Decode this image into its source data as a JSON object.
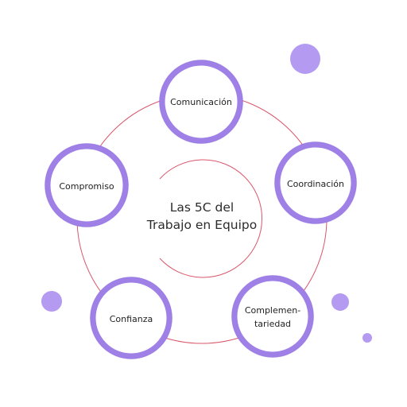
{
  "colors": {
    "ring": "#d9576b",
    "node_border": "#9e80e6",
    "node_border_dark": "#7f5ad6",
    "node_fill": "#ffffff",
    "dot": "#b49af0",
    "text": "#222222"
  },
  "center": {
    "line1": "Las 5C del",
    "line2": "Trabajo en Equipo"
  },
  "nodes": [
    {
      "id": "comunicacion",
      "line1": "Comunicación",
      "line2": ""
    },
    {
      "id": "coordinacion",
      "line1": "Coordinación",
      "line2": ""
    },
    {
      "id": "complementariedad",
      "line1": "Complemen-",
      "line2": "tariedad"
    },
    {
      "id": "confianza",
      "line1": "Confianza",
      "line2": ""
    },
    {
      "id": "compromiso",
      "line1": "Compromiso",
      "line2": ""
    }
  ]
}
